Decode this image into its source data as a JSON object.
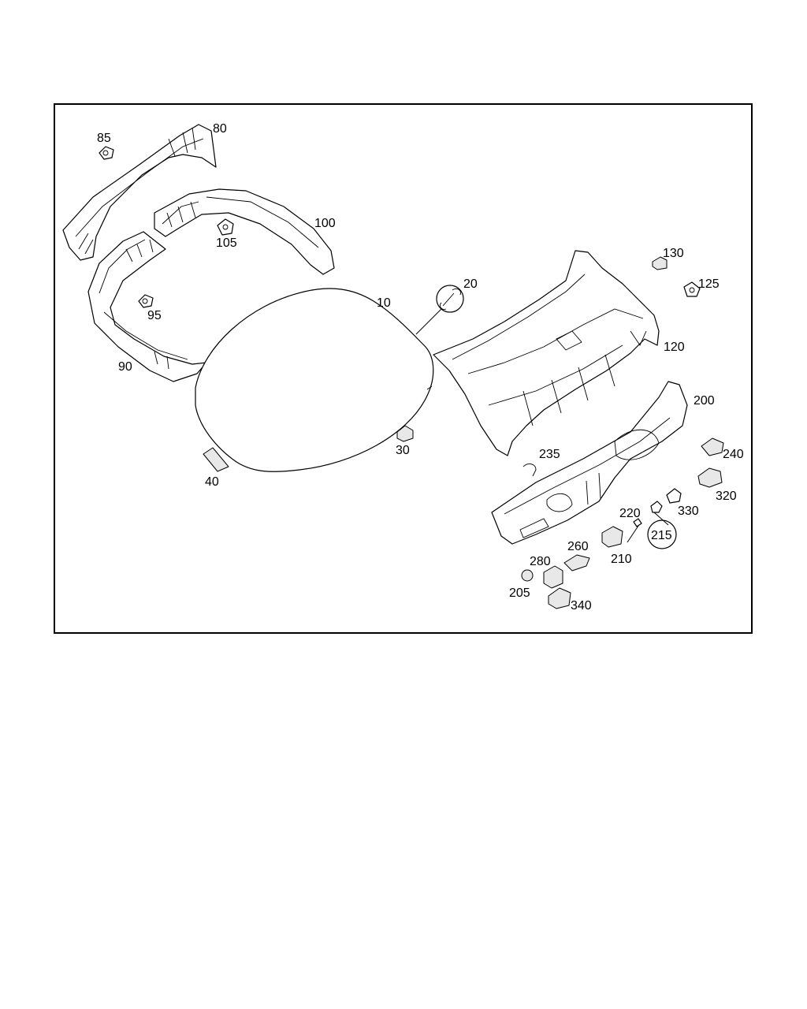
{
  "diagram": {
    "callouts": {
      "c10": "10",
      "c20": "20",
      "c30": "30",
      "c40": "40",
      "c80": "80",
      "c85": "85",
      "c90": "90",
      "c95": "95",
      "c100": "100",
      "c105": "105",
      "c120": "120",
      "c125": "125",
      "c130": "130",
      "c200": "200",
      "c205": "205",
      "c210": "210",
      "c215": "215",
      "c220": "220",
      "c235": "235",
      "c240": "240",
      "c260": "260",
      "c280": "280",
      "c320": "320",
      "c330": "330",
      "c340": "340"
    },
    "icons": {
      "tool": "wrench-icon"
    }
  }
}
